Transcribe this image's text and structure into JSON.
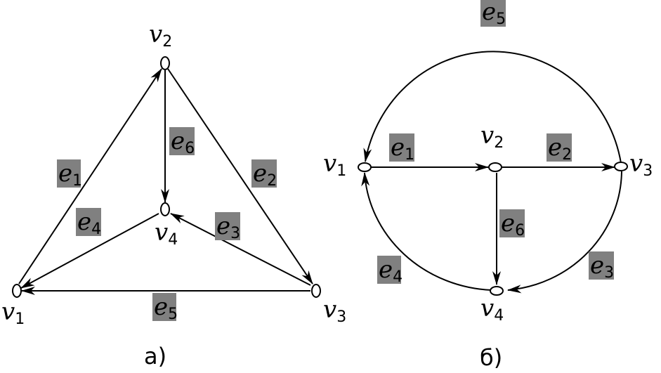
{
  "figure_a": {
    "caption": "а)",
    "vertices": {
      "v1": {
        "base": "v",
        "index": "1"
      },
      "v2": {
        "base": "v",
        "index": "2"
      },
      "v3": {
        "base": "v",
        "index": "3"
      },
      "v4": {
        "base": "v",
        "index": "4"
      }
    },
    "edges": {
      "e1": {
        "base": "e",
        "index": "1",
        "from": "v1",
        "to": "v2"
      },
      "e2": {
        "base": "e",
        "index": "2",
        "from": "v2",
        "to": "v3"
      },
      "e3": {
        "base": "e",
        "index": "3",
        "from": "v3",
        "to": "v4"
      },
      "e4": {
        "base": "e",
        "index": "4",
        "from": "v4",
        "to": "v1"
      },
      "e5": {
        "base": "e",
        "index": "5",
        "from": "v3",
        "to": "v1"
      },
      "e6": {
        "base": "e",
        "index": "6",
        "from": "v2",
        "to": "v4"
      }
    }
  },
  "figure_b": {
    "caption": "б)",
    "vertices": {
      "v1": {
        "base": "v",
        "index": "1"
      },
      "v2": {
        "base": "v",
        "index": "2"
      },
      "v3": {
        "base": "v",
        "index": "3"
      },
      "v4": {
        "base": "v",
        "index": "4"
      }
    },
    "edges": {
      "e1": {
        "base": "e",
        "index": "1",
        "from": "v1",
        "to": "v2"
      },
      "e2": {
        "base": "e",
        "index": "2",
        "from": "v2",
        "to": "v3"
      },
      "e3": {
        "base": "e",
        "index": "3",
        "from": "v3",
        "to": "v4"
      },
      "e4": {
        "base": "e",
        "index": "4",
        "from": "v4",
        "to": "v1"
      },
      "e5": {
        "base": "e",
        "index": "5",
        "from": "v3",
        "to": "v1"
      },
      "e6": {
        "base": "e",
        "index": "6",
        "from": "v2",
        "to": "v4"
      }
    }
  },
  "colors": {
    "edge": "#000000",
    "label_background": "#808080",
    "background": "#ffffff"
  }
}
